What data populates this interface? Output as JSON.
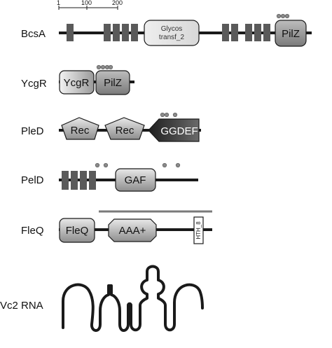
{
  "scale": {
    "ticks": [
      "1",
      "100",
      "200"
    ]
  },
  "rows": {
    "bcsa": {
      "label": "BcsA",
      "glycos_line1": "Glycos",
      "glycos_line2": "transf_2",
      "pilz": "PilZ"
    },
    "ycgr": {
      "label": "YcgR",
      "ycgr_domain": "YcgR",
      "pilz": "PilZ"
    },
    "pled": {
      "label": "PleD",
      "rec1": "Rec",
      "rec2": "Rec",
      "ggdef": "GGDEF"
    },
    "peld": {
      "label": "PelD",
      "gaf": "GAF"
    },
    "fleq": {
      "label": "FleQ",
      "fleq_domain": "FleQ",
      "aaa": "AAA+",
      "hth": "HTH_8"
    },
    "rna": {
      "label": "Vc2 RNA"
    }
  },
  "colors": {
    "line": "#1a1a1a",
    "tm_helix": "#5a5a5a",
    "domain_gradient_light": "#e6e6e6",
    "domain_gradient_dark": "#8c8c8c",
    "ggdef_dark": "#2b2b2b",
    "binding_dot": "#8a8a8a",
    "fleq_bar": "#7a7a7a"
  }
}
